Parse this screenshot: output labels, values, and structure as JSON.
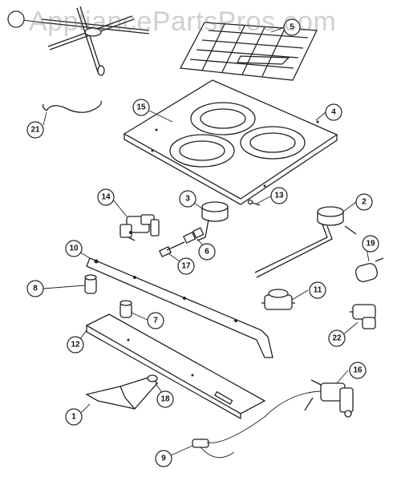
{
  "watermark": "AppliancePartsPros.com",
  "callouts": {
    "c1": "1",
    "c2": "2",
    "c3": "3",
    "c4": "4",
    "c5": "5",
    "c6": "6",
    "c7": "7",
    "c8": "8",
    "c9": "9",
    "c10": "10",
    "c11": "11",
    "c12": "12",
    "c13": "13",
    "c14": "14",
    "c15": "15",
    "c16": "16",
    "c17": "17",
    "c18": "18",
    "c19": "19",
    "c21": "21",
    "c22": "22"
  }
}
